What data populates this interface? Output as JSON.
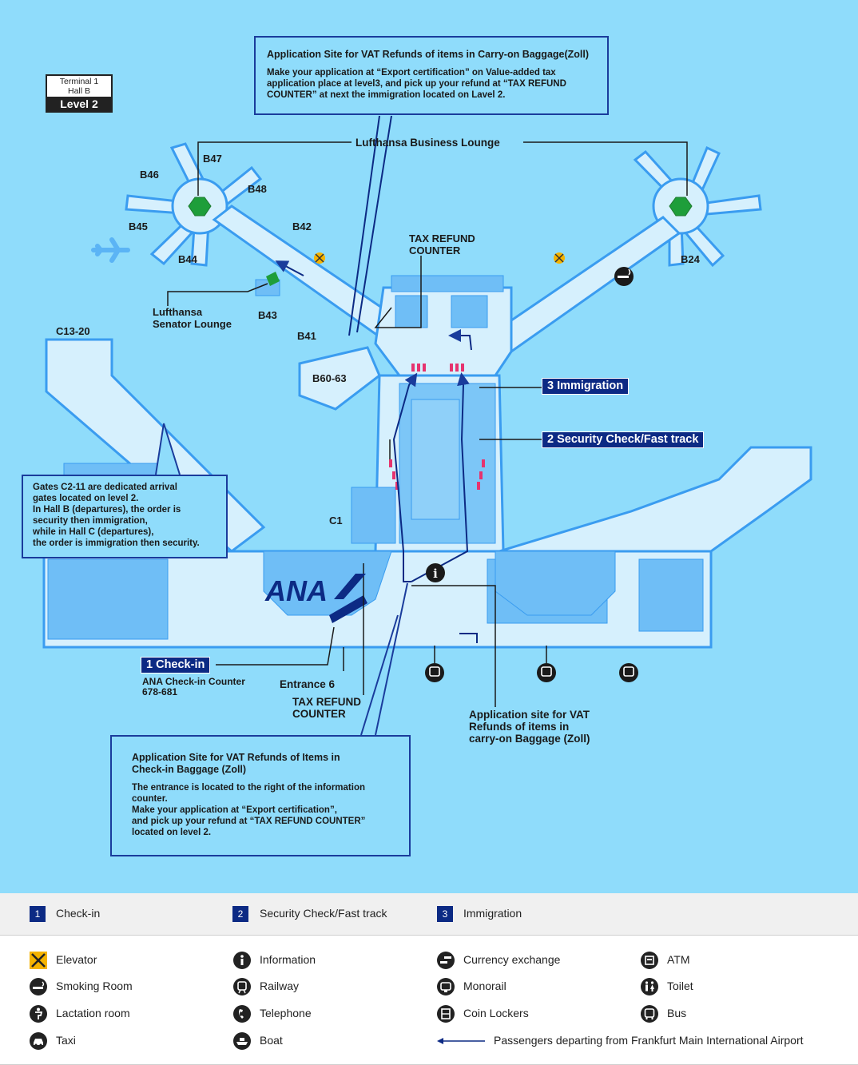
{
  "terminal": {
    "line1": "Terminal 1",
    "line2": "Hall B",
    "level": "Level 2"
  },
  "callouts": {
    "carry_on_top": {
      "title": "Application Site for VAT Refunds of items in Carry-on Baggage(Zoll)",
      "body": "Make your application at “Export certification”  on Value-added tax\napplication place at level3, and pick up your refund at “TAX REFUND\nCOUNTER”  at next the immigration located on Lavel 2."
    },
    "gates_c": {
      "body": "Gates C2-11 are dedicated arrival\ngates located on level 2.\nIn Hall B (departures), the order is\nsecurity then immigration,\nwhile in Hall C (departures),\nthe order is immigration then security."
    },
    "checkin_bottom": {
      "title": "Application Site for VAT Refunds of Items in\nCheck-in Baggage (Zoll)",
      "body": "The entrance is located to the right of the information\ncounter.\nMake your application at “Export certification”,\nand pick up your refund at “TAX REFUND COUNTER”\nlocated on level 2."
    }
  },
  "labels": {
    "lufthansa_business": "Lufthansa Business Lounge",
    "lufthansa_senator_1": "Lufthansa",
    "lufthansa_senator_2": "Senator Lounge",
    "tax_refund_top_1": "TAX REFUND",
    "tax_refund_top_2": "COUNTER",
    "tax_refund_bottom_1": "TAX REFUND",
    "tax_refund_bottom_2": "COUNTER",
    "entrance": "Entrance 6",
    "ana_counter_1": "ANA Check-in Counter",
    "ana_counter_2": "678-681",
    "vat_carry_1": "Application site for VAT",
    "vat_carry_2": "Refunds of items in",
    "vat_carry_3": "carry-on Baggage (Zoll)",
    "ana_logo": "ANA"
  },
  "gates": {
    "b47": "B47",
    "b46": "B46",
    "b48": "B48",
    "b45": "B45",
    "b44": "B44",
    "b42": "B42",
    "b43": "B43",
    "b41": "B41",
    "b24": "B24",
    "b60_63": "B60-63",
    "c13_20": "C13-20",
    "c1": "C1"
  },
  "tags": {
    "checkin": "1 Check-in",
    "security": "2 Security Check/Fast track",
    "immigration": "3 Immigration"
  },
  "legend_steps": [
    {
      "num": "1",
      "label": "Check-in"
    },
    {
      "num": "2",
      "label": "Security Check/Fast track"
    },
    {
      "num": "3",
      "label": "Immigration"
    }
  ],
  "legend_icons": [
    {
      "icon": "elevator-icon",
      "label": "Elevator"
    },
    {
      "icon": "information-icon",
      "label": "Information"
    },
    {
      "icon": "currency-exchange-icon",
      "label": "Currency exchange"
    },
    {
      "icon": "atm-icon",
      "label": "ATM"
    },
    {
      "icon": "smoking-room-icon",
      "label": "Smoking Room"
    },
    {
      "icon": "railway-icon",
      "label": "Railway"
    },
    {
      "icon": "monorail-icon",
      "label": "Monorail"
    },
    {
      "icon": "toilet-icon",
      "label": "Toilet"
    },
    {
      "icon": "lactation-room-icon",
      "label": "Lactation room"
    },
    {
      "icon": "telephone-icon",
      "label": "Telephone"
    },
    {
      "icon": "coin-lockers-icon",
      "label": "Coin Lockers"
    },
    {
      "icon": "bus-icon",
      "label": "Bus"
    },
    {
      "icon": "taxi-icon",
      "label": "Taxi"
    },
    {
      "icon": "boat-icon",
      "label": "Boat"
    },
    {
      "icon": "arrow-line-icon",
      "label": "Passengers departing from Frankfurt Main International Airport"
    }
  ],
  "colors": {
    "water": "#8fdcfb",
    "building": "#d6f0fd",
    "structure": "#3a9cf0",
    "navy": "#0c2a84",
    "lounge": "#1e9e3a"
  }
}
